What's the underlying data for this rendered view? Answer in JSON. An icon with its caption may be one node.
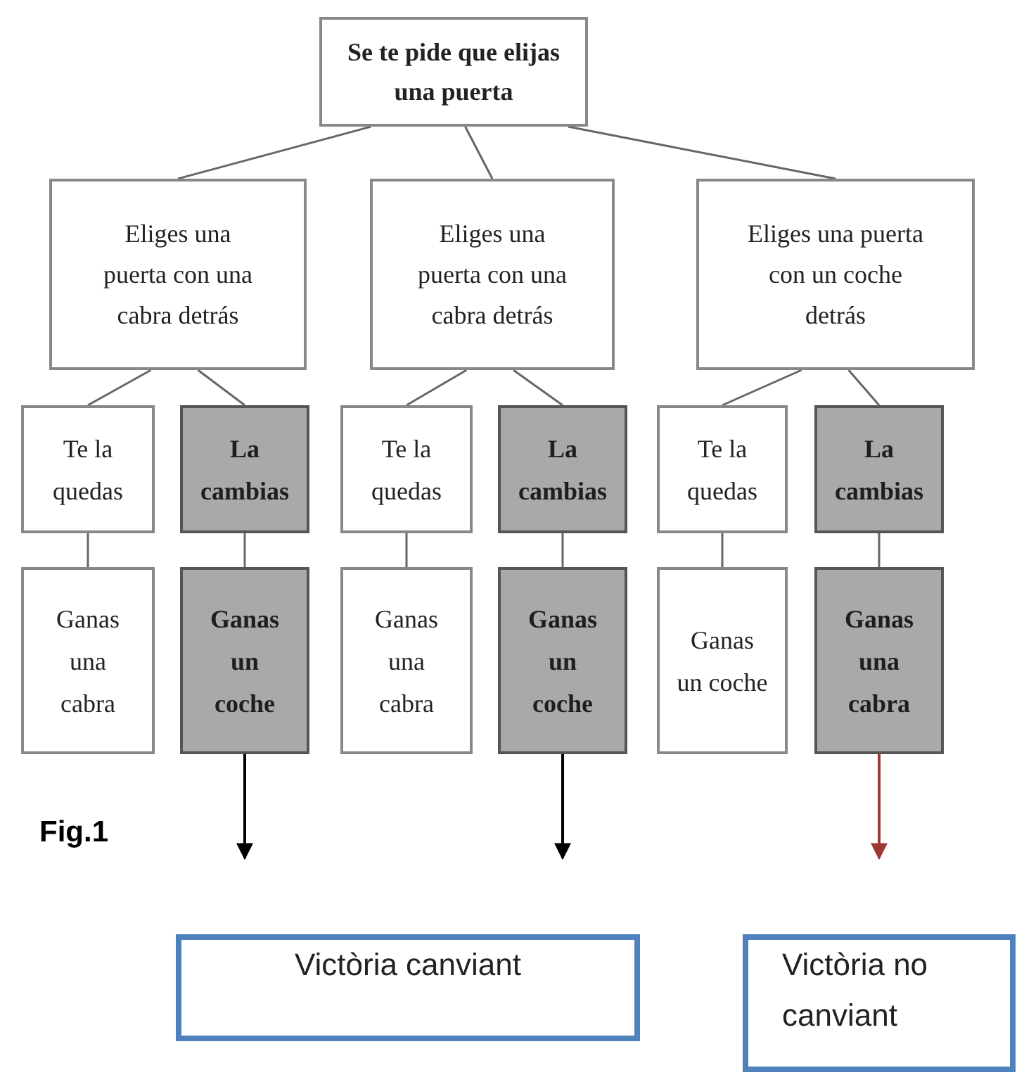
{
  "diagram": {
    "nodes": [
      {
        "text": [
          "Se te pide que elijas una puerta"
        ]
      },
      {
        "text": [
          "Eliges una puerta con una cabra detrás"
        ]
      },
      {
        "text": [
          "Eliges una puerta con una cabra detrás"
        ]
      },
      {
        "text": [
          "Eliges una puerta con un coche detrás"
        ]
      },
      {
        "text": [
          "Te la quedas"
        ]
      },
      {
        "text": [
          "La cambias"
        ]
      },
      {
        "text": [
          "Te la quedas"
        ]
      },
      {
        "text": [
          "La cambias"
        ]
      },
      {
        "text": [
          "Te la quedas"
        ]
      },
      {
        "text": [
          "La cambias"
        ]
      },
      {
        "text": [
          "Ganas una cabra"
        ]
      },
      {
        "text": [
          "Ganas un coche"
        ]
      },
      {
        "text": [
          "Ganas una cabra"
        ]
      },
      {
        "text": [
          "Ganas un coche"
        ]
      },
      {
        "text": [
          "Ganas un coche"
        ]
      },
      {
        "text": [
          "Ganas una cabra"
        ]
      },
      {
        "text": [
          "Victòria canviant"
        ]
      },
      {
        "text": [
          "Victòria no canviant"
        ]
      }
    ],
    "edges": [
      {
        "from": 0,
        "to": 1,
        "arrow": "none"
      },
      {
        "from": 0,
        "to": 2,
        "arrow": "none"
      },
      {
        "from": 0,
        "to": 3,
        "arrow": "none"
      },
      {
        "from": 1,
        "to": 4,
        "arrow": "none"
      },
      {
        "from": 1,
        "to": 5,
        "arrow": "none"
      },
      {
        "from": 2,
        "to": 6,
        "arrow": "none"
      },
      {
        "from": 2,
        "to": 7,
        "arrow": "none"
      },
      {
        "from": 3,
        "to": 8,
        "arrow": "none"
      },
      {
        "from": 3,
        "to": 9,
        "arrow": "none"
      },
      {
        "from": 4,
        "to": 10,
        "arrow": "none"
      },
      {
        "from": 5,
        "to": 11,
        "arrow": "none"
      },
      {
        "from": 6,
        "to": 12,
        "arrow": "none"
      },
      {
        "from": 7,
        "to": 13,
        "arrow": "none"
      },
      {
        "from": 8,
        "to": 14,
        "arrow": "none"
      },
      {
        "from": 9,
        "to": 15,
        "arrow": "none"
      },
      {
        "from": 11,
        "to": null,
        "arrow": "to",
        "color": "#000000"
      },
      {
        "from": 13,
        "to": null,
        "arrow": "to",
        "color": "#000000"
      },
      {
        "from": 15,
        "to": null,
        "arrow": "to",
        "color": "#9b3a35"
      }
    ],
    "labels": [
      "Fig.1"
    ]
  }
}
